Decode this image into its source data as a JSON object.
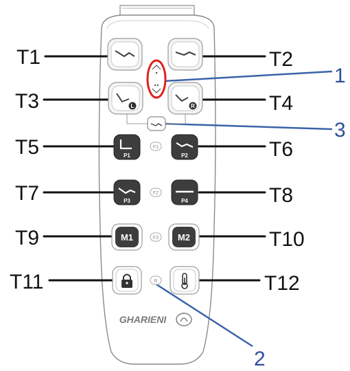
{
  "callouts": {
    "t1": "T1",
    "t2": "T2",
    "t3": "T3",
    "t4": "T4",
    "t5": "T5",
    "t6": "T6",
    "t7": "T7",
    "t8": "T8",
    "t9": "T9",
    "t10": "T10",
    "t11": "T11",
    "t12": "T12",
    "n1": "1",
    "n2": "2",
    "n3": "3"
  },
  "buttons": {
    "left_badge": "L",
    "right_badge": "R",
    "p1": "P1",
    "p2": "P2",
    "p3": "P3",
    "p4": "P4",
    "m1": "M1",
    "m2": "M2"
  },
  "pills": {
    "f1": "F1",
    "f2": "F2",
    "f3": "F3",
    "r": "R"
  },
  "brand": "GHARIENI",
  "colors": {
    "label_lines": "#111111",
    "leader_lines": "#3a63a8",
    "highlight_ring": "#e0201c",
    "dark_button": "#3d3d3d"
  }
}
